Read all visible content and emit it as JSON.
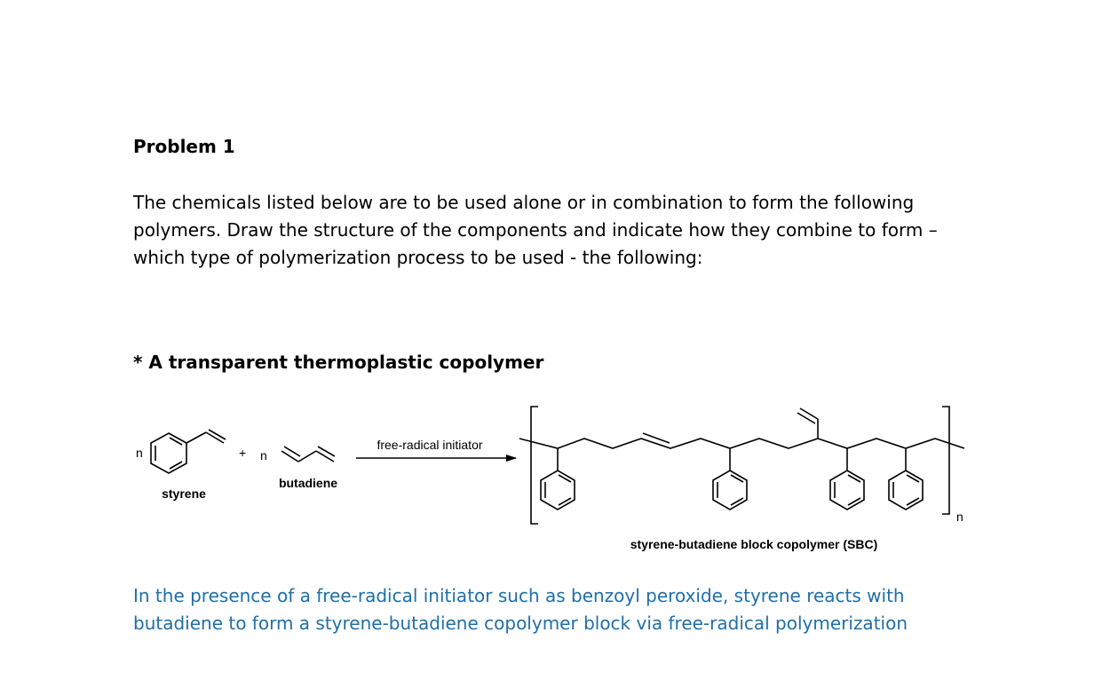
{
  "problem": {
    "title": "Problem 1",
    "intro": "The chemicals listed below are to be used alone or in combination to form the following polymers. Draw the structure of the components and indicate how they combine to form – which type of polymerization process to be used - the following:"
  },
  "section": {
    "heading": "* A transparent thermoplastic copolymer"
  },
  "scheme": {
    "coef_styrene": "n",
    "plus": "+",
    "coef_butadiene": "n",
    "styrene_label": "styrene",
    "butadiene_label": "butadiene",
    "arrow_label": "free-radical initiator",
    "repeat_subscript": "n",
    "product_label": "styrene-butadiene block copolymer (SBC)"
  },
  "answer": {
    "text": "In the presence of a free-radical initiator such as benzoyl peroxide, styrene reacts with butadiene to form a styrene-butadiene copolymer block via free-radical polymerization"
  }
}
